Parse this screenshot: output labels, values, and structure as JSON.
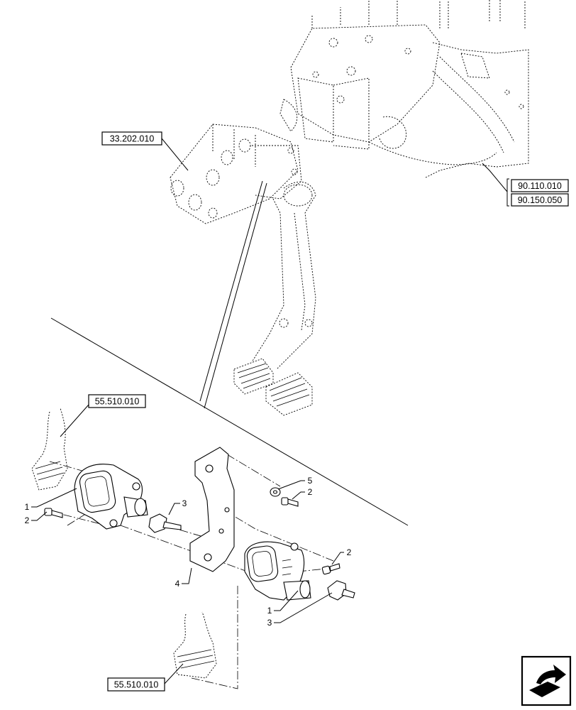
{
  "references": [
    {
      "id": "ref-33-202-010",
      "label": "33.202.010"
    },
    {
      "id": "ref-90-110-010",
      "label": "90.110.010"
    },
    {
      "id": "ref-90-150-050",
      "label": "90.150.050"
    },
    {
      "id": "ref-55-510-010-top",
      "label": "55.510.010"
    },
    {
      "id": "ref-55-510-010-bottom",
      "label": "55.510.010"
    }
  ],
  "callouts": [
    {
      "id": "callout-1-left",
      "label": "1"
    },
    {
      "id": "callout-2-left",
      "label": "2"
    },
    {
      "id": "callout-3-upper",
      "label": "3"
    },
    {
      "id": "callout-4",
      "label": "4"
    },
    {
      "id": "callout-5",
      "label": "5"
    },
    {
      "id": "callout-2-washer",
      "label": "2"
    },
    {
      "id": "callout-2-right",
      "label": "2"
    },
    {
      "id": "callout-1-right",
      "label": "1"
    },
    {
      "id": "callout-3-lower",
      "label": "3"
    }
  ],
  "nav_icon": "next-page-arrow-icon"
}
